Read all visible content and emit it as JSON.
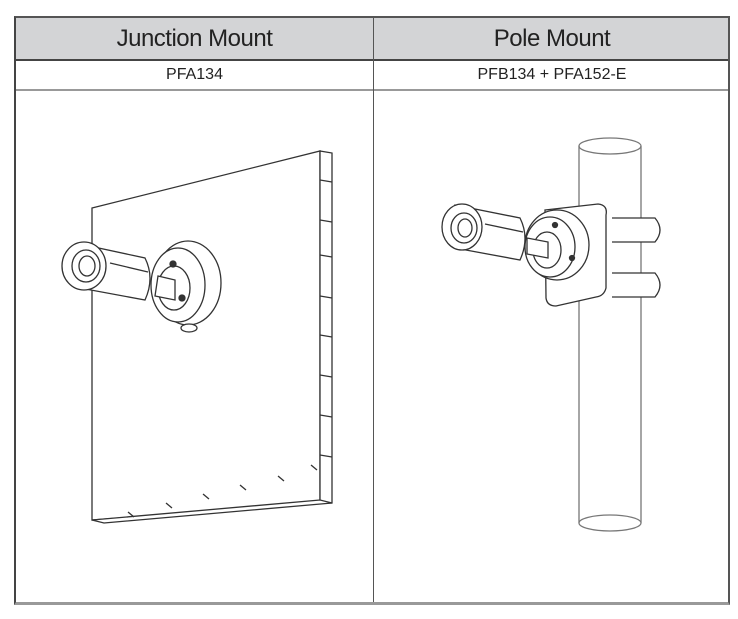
{
  "table": {
    "columns": [
      {
        "header": "Junction Mount",
        "model": "PFA134",
        "illustration": "bullet-camera-on-junction-box-wall-mount"
      },
      {
        "header": "Pole Mount",
        "model": "PFB134 + PFA152-E",
        "illustration": "bullet-camera-on-pole-mount-bracket"
      }
    ]
  }
}
